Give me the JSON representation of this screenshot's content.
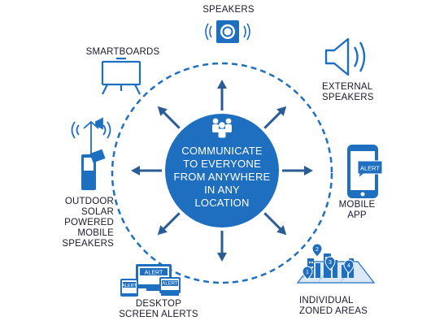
{
  "center": {
    "lines": [
      "COMMUNICATE",
      "TO EVERYONE",
      "FROM ANYWHERE",
      "IN ANY",
      "LOCATION"
    ],
    "icon": "group-of-people-icon"
  },
  "nodes": {
    "speakers": {
      "label": "SPEAKERS",
      "icon": "ceiling-speaker-icon"
    },
    "external_speakers": {
      "lines": [
        "EXTERNAL",
        "SPEAKERS"
      ],
      "icon": "loudspeaker-icon"
    },
    "mobile_app": {
      "lines": [
        "MOBILE",
        "APP"
      ],
      "icon": "smartphone-alert-icon",
      "badge": "ALERT"
    },
    "zoned_areas": {
      "lines": [
        "INDIVIDUAL",
        "ZONED AREAS"
      ],
      "icon": "zoned-buildings-map-icon",
      "zones": [
        "1",
        "2",
        "3",
        "4"
      ]
    },
    "desktop_alerts": {
      "lines": [
        "DESKTOP",
        "SCREEN ALERTS"
      ],
      "icon": "desktop-screens-alert-icon",
      "badges": [
        "ALERT",
        "ALERT",
        "ALERT"
      ]
    },
    "outdoor_speakers": {
      "lines": [
        "OUTDOOR",
        "SOLAR",
        "POWERED",
        "MOBILE",
        "SPEAKERS"
      ],
      "icon": "solar-speaker-tower-icon"
    },
    "smartboards": {
      "label": "SMARTBOARDS",
      "icon": "smartboard-icon"
    }
  },
  "colors": {
    "primary": "#1f6fc0",
    "dark": "#2a5d96",
    "text": "#1a1a2e"
  }
}
